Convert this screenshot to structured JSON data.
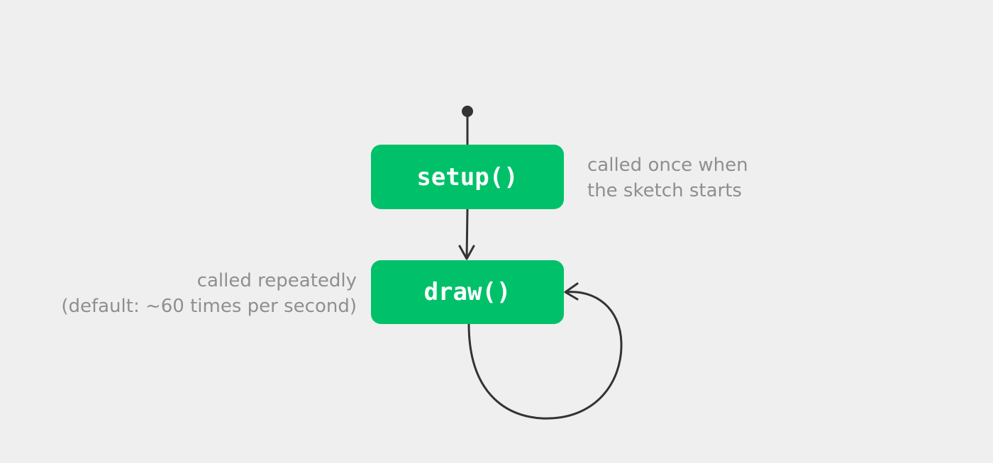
{
  "nodes": {
    "setup": {
      "label": "setup()"
    },
    "draw": {
      "label": "draw()"
    }
  },
  "annotations": {
    "setup": [
      "called once when",
      "the sketch starts"
    ],
    "draw": [
      "called repeatedly",
      "(default: ~60 times per second)"
    ]
  },
  "colors": {
    "background": "#efefef",
    "node_fill": "#00c16a",
    "node_text": "#ffffff",
    "annotation_text": "#8f8f8f",
    "connector": "#333333"
  }
}
